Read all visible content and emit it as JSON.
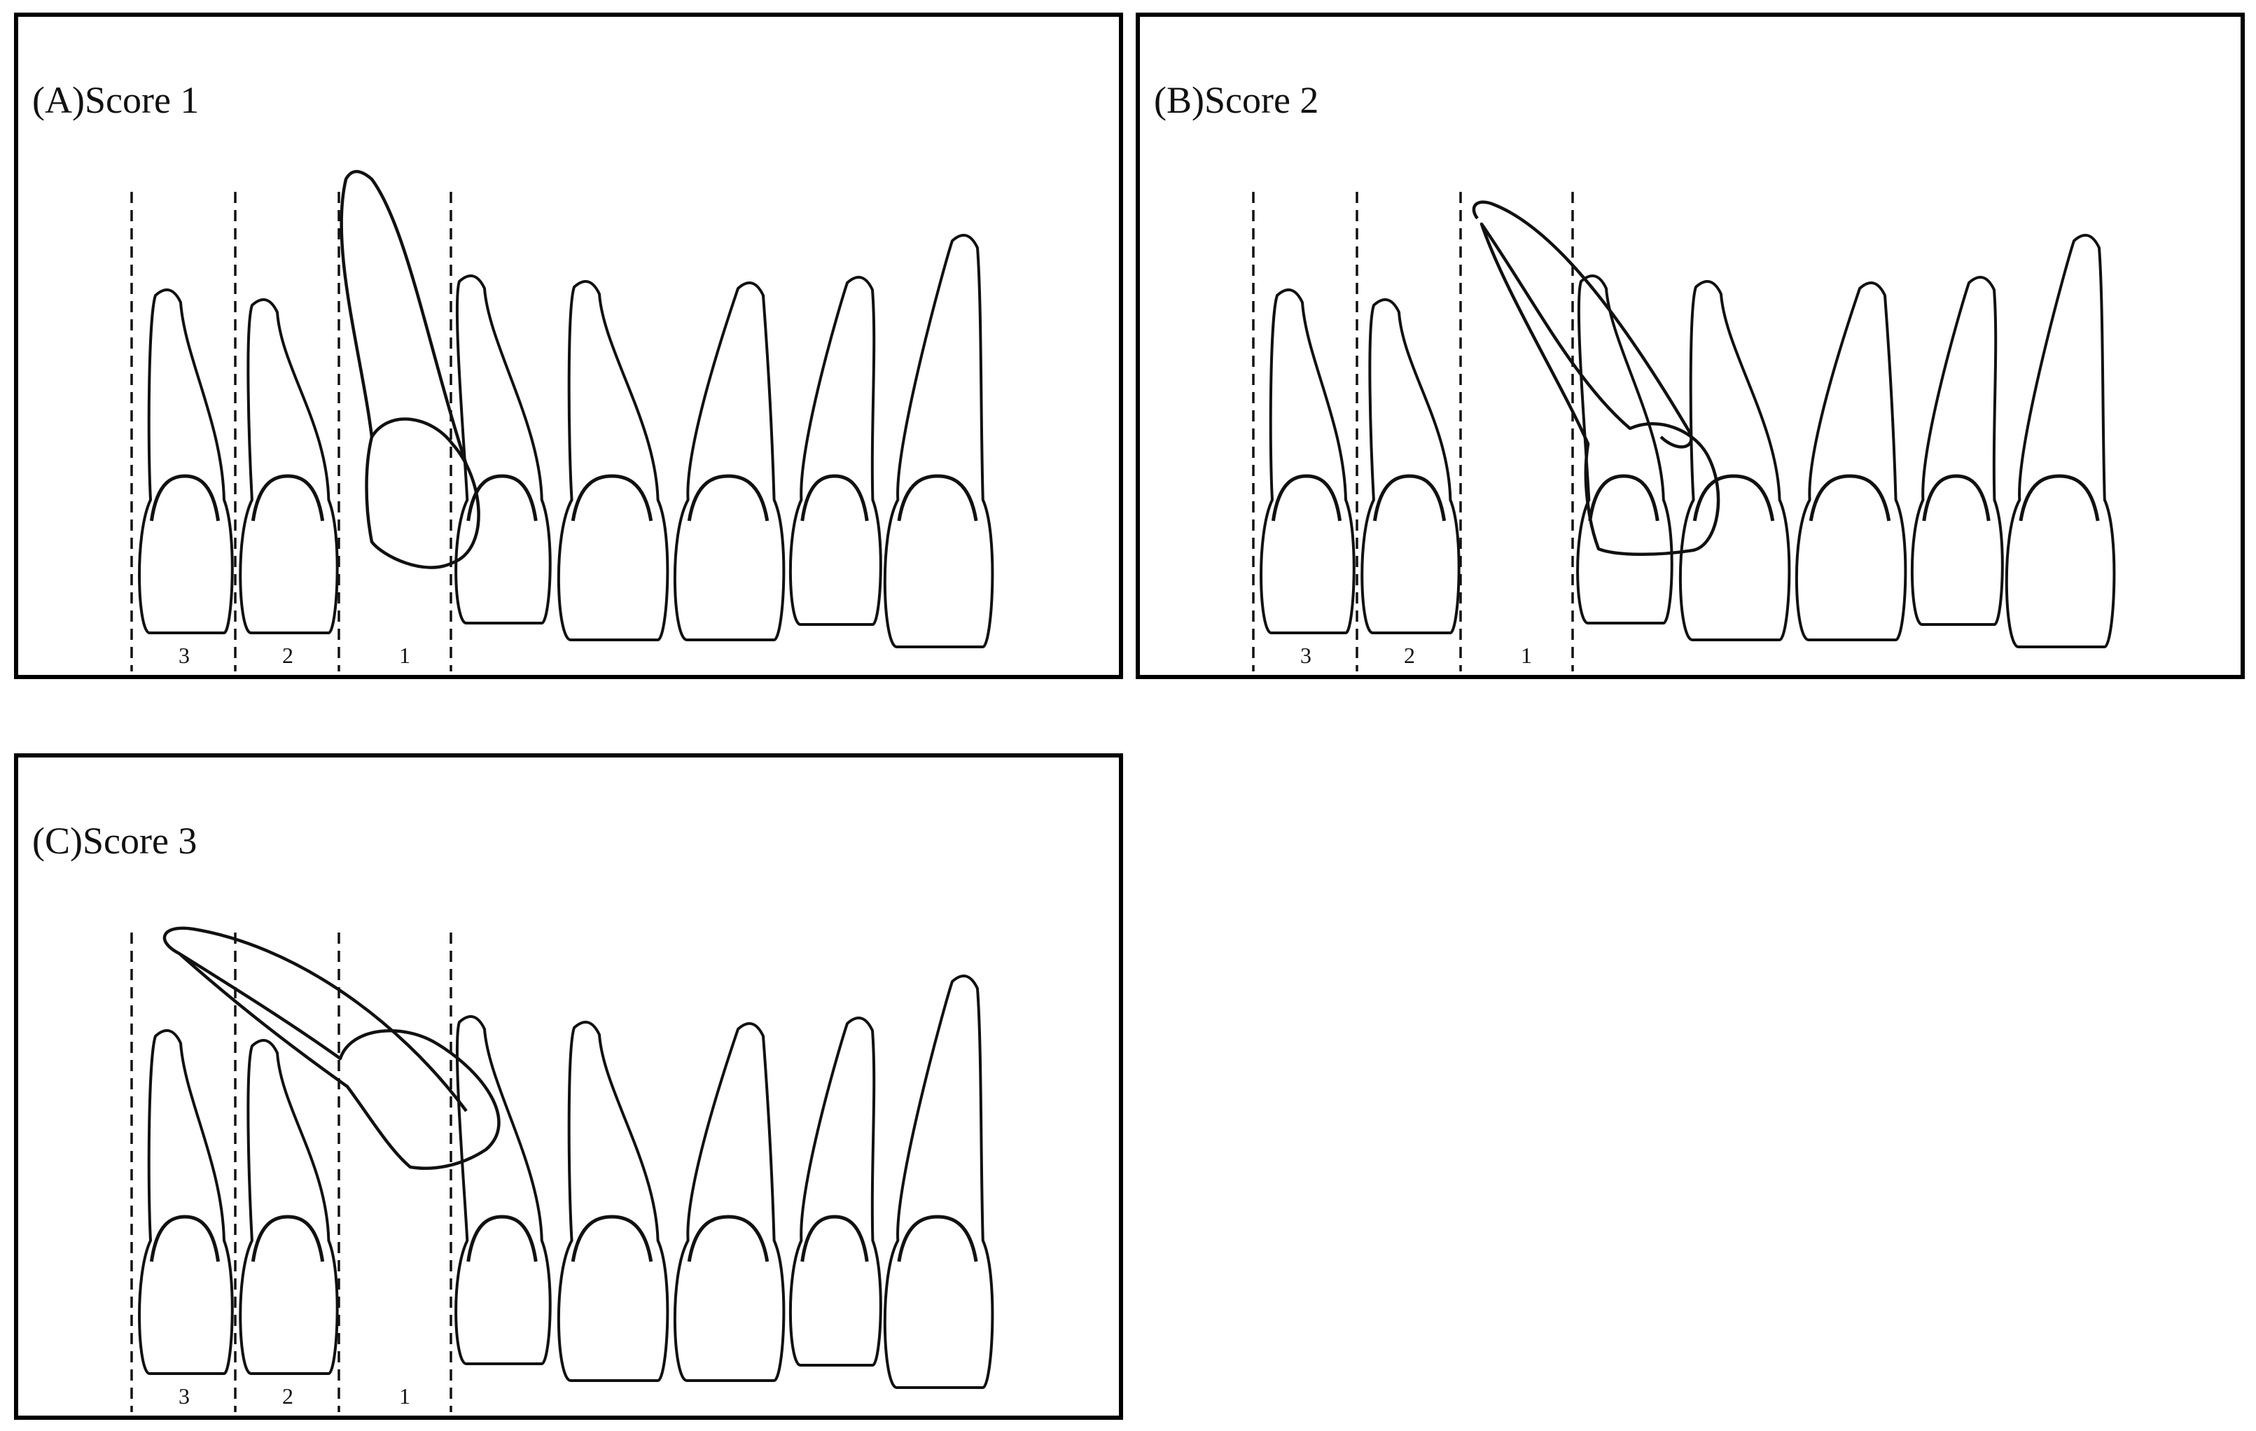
{
  "panels": [
    {
      "id": "a",
      "title": "(A)Score 1",
      "zones": [
        "3",
        "2",
        "1"
      ],
      "score": 1
    },
    {
      "id": "b",
      "title": "(B)Score 2",
      "zones": [
        "3",
        "2",
        "1"
      ],
      "score": 2
    },
    {
      "id": "c",
      "title": "(C)Score 3",
      "zones": [
        "3",
        "2",
        "1"
      ],
      "score": 3
    }
  ]
}
